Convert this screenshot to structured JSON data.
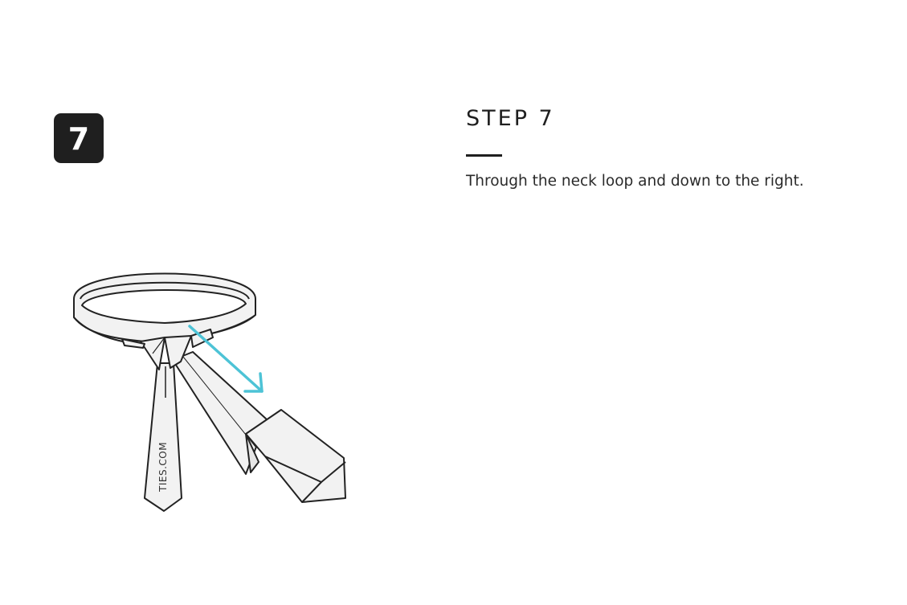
{
  "step": {
    "badge_number": "7",
    "title": "STEP 7",
    "description": "Through the neck loop and down to the right."
  },
  "illustration": {
    "watermark": "TIES.COM",
    "arrow_color": "#4dc3d6",
    "outline_color": "#222222",
    "fill_color": "#f2f2f2"
  }
}
